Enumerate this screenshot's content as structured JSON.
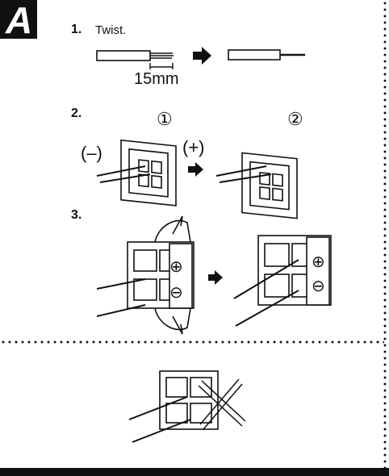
{
  "panel": {
    "label": "A",
    "steps": [
      {
        "number": "1.",
        "text": "Twist."
      },
      {
        "number": "2.",
        "text": ""
      },
      {
        "number": "3.",
        "text": ""
      }
    ],
    "dimension": "15mm",
    "polarity": {
      "negative": "(–)",
      "positive": "(+)"
    },
    "circled": [
      "①",
      "②"
    ],
    "terminal_signs": {
      "plus": "⊕",
      "minus": "⊖"
    }
  }
}
